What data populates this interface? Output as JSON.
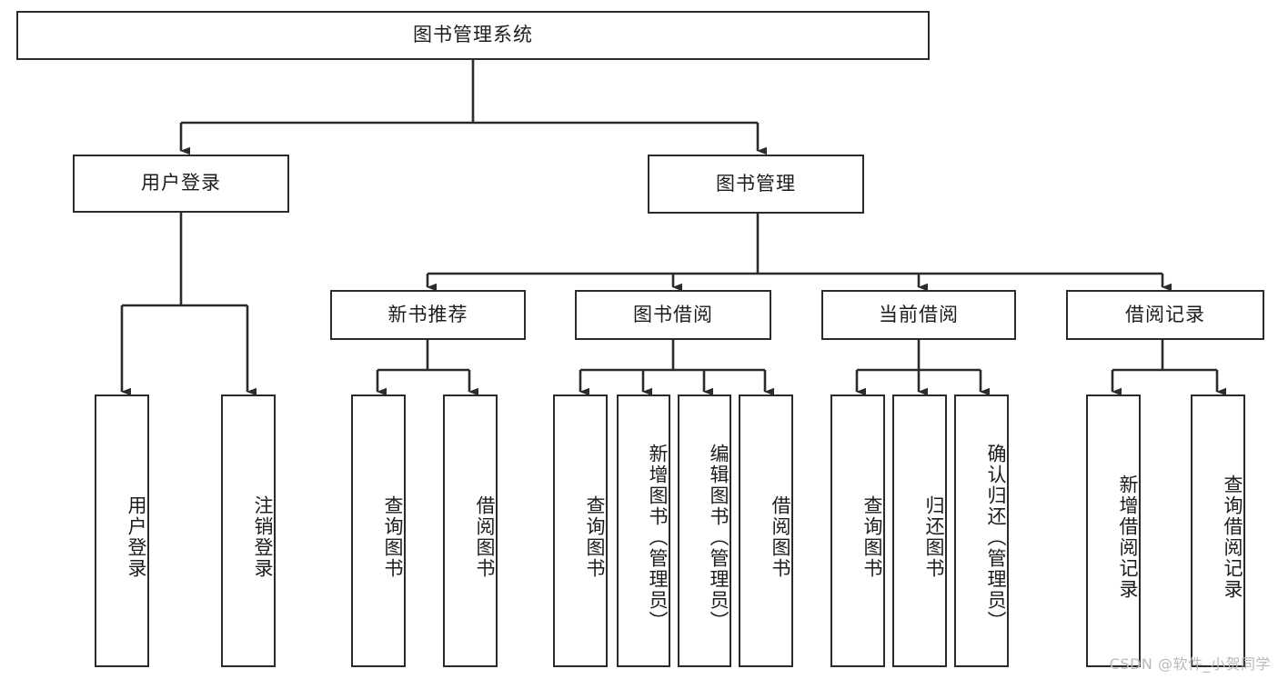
{
  "diagram": {
    "title": "图书管理系统",
    "type": "tree-hierarchy",
    "watermark": "CSDN @软件_小贺同学",
    "root": {
      "id": "root",
      "label": "图书管理系统"
    },
    "level1": [
      {
        "id": "user-login",
        "label": "用户登录"
      },
      {
        "id": "book-manage",
        "label": "图书管理"
      }
    ],
    "level2": [
      {
        "id": "new-book-rec",
        "label": "新书推荐",
        "parent": "book-manage"
      },
      {
        "id": "book-borrow",
        "label": "图书借阅",
        "parent": "book-manage"
      },
      {
        "id": "current-borrow",
        "label": "当前借阅",
        "parent": "book-manage"
      },
      {
        "id": "borrow-record",
        "label": "借阅记录",
        "parent": "book-manage"
      }
    ],
    "leaves": [
      {
        "id": "leaf-user-login",
        "label": "用户登录",
        "parent": "user-login"
      },
      {
        "id": "leaf-logout",
        "label": "注销登录",
        "parent": "user-login"
      },
      {
        "id": "leaf-query-book-1",
        "label": "查询图书",
        "parent": "new-book-rec"
      },
      {
        "id": "leaf-borrow-book-1",
        "label": "借阅图书",
        "parent": "new-book-rec"
      },
      {
        "id": "leaf-query-book-2",
        "label": "查询图书",
        "parent": "book-borrow"
      },
      {
        "id": "leaf-add-book",
        "label": "新增图书（管理员）",
        "parent": "book-borrow"
      },
      {
        "id": "leaf-edit-book",
        "label": "编辑图书（管理员）",
        "parent": "book-borrow"
      },
      {
        "id": "leaf-borrow-book-2",
        "label": "借阅图书",
        "parent": "book-borrow"
      },
      {
        "id": "leaf-query-book-3",
        "label": "查询图书",
        "parent": "current-borrow"
      },
      {
        "id": "leaf-return-book",
        "label": "归还图书",
        "parent": "current-borrow"
      },
      {
        "id": "leaf-confirm-return",
        "label": "确认归还（管理员）",
        "parent": "current-borrow"
      },
      {
        "id": "leaf-add-record",
        "label": "新增借阅记录",
        "parent": "borrow-record"
      },
      {
        "id": "leaf-query-record",
        "label": "查询借阅记录",
        "parent": "borrow-record"
      }
    ],
    "colors": {
      "stroke": "#2b2b2b",
      "fill": "#ffffff",
      "text": "#1c1c1c",
      "watermark": "#b9b9b9"
    }
  }
}
